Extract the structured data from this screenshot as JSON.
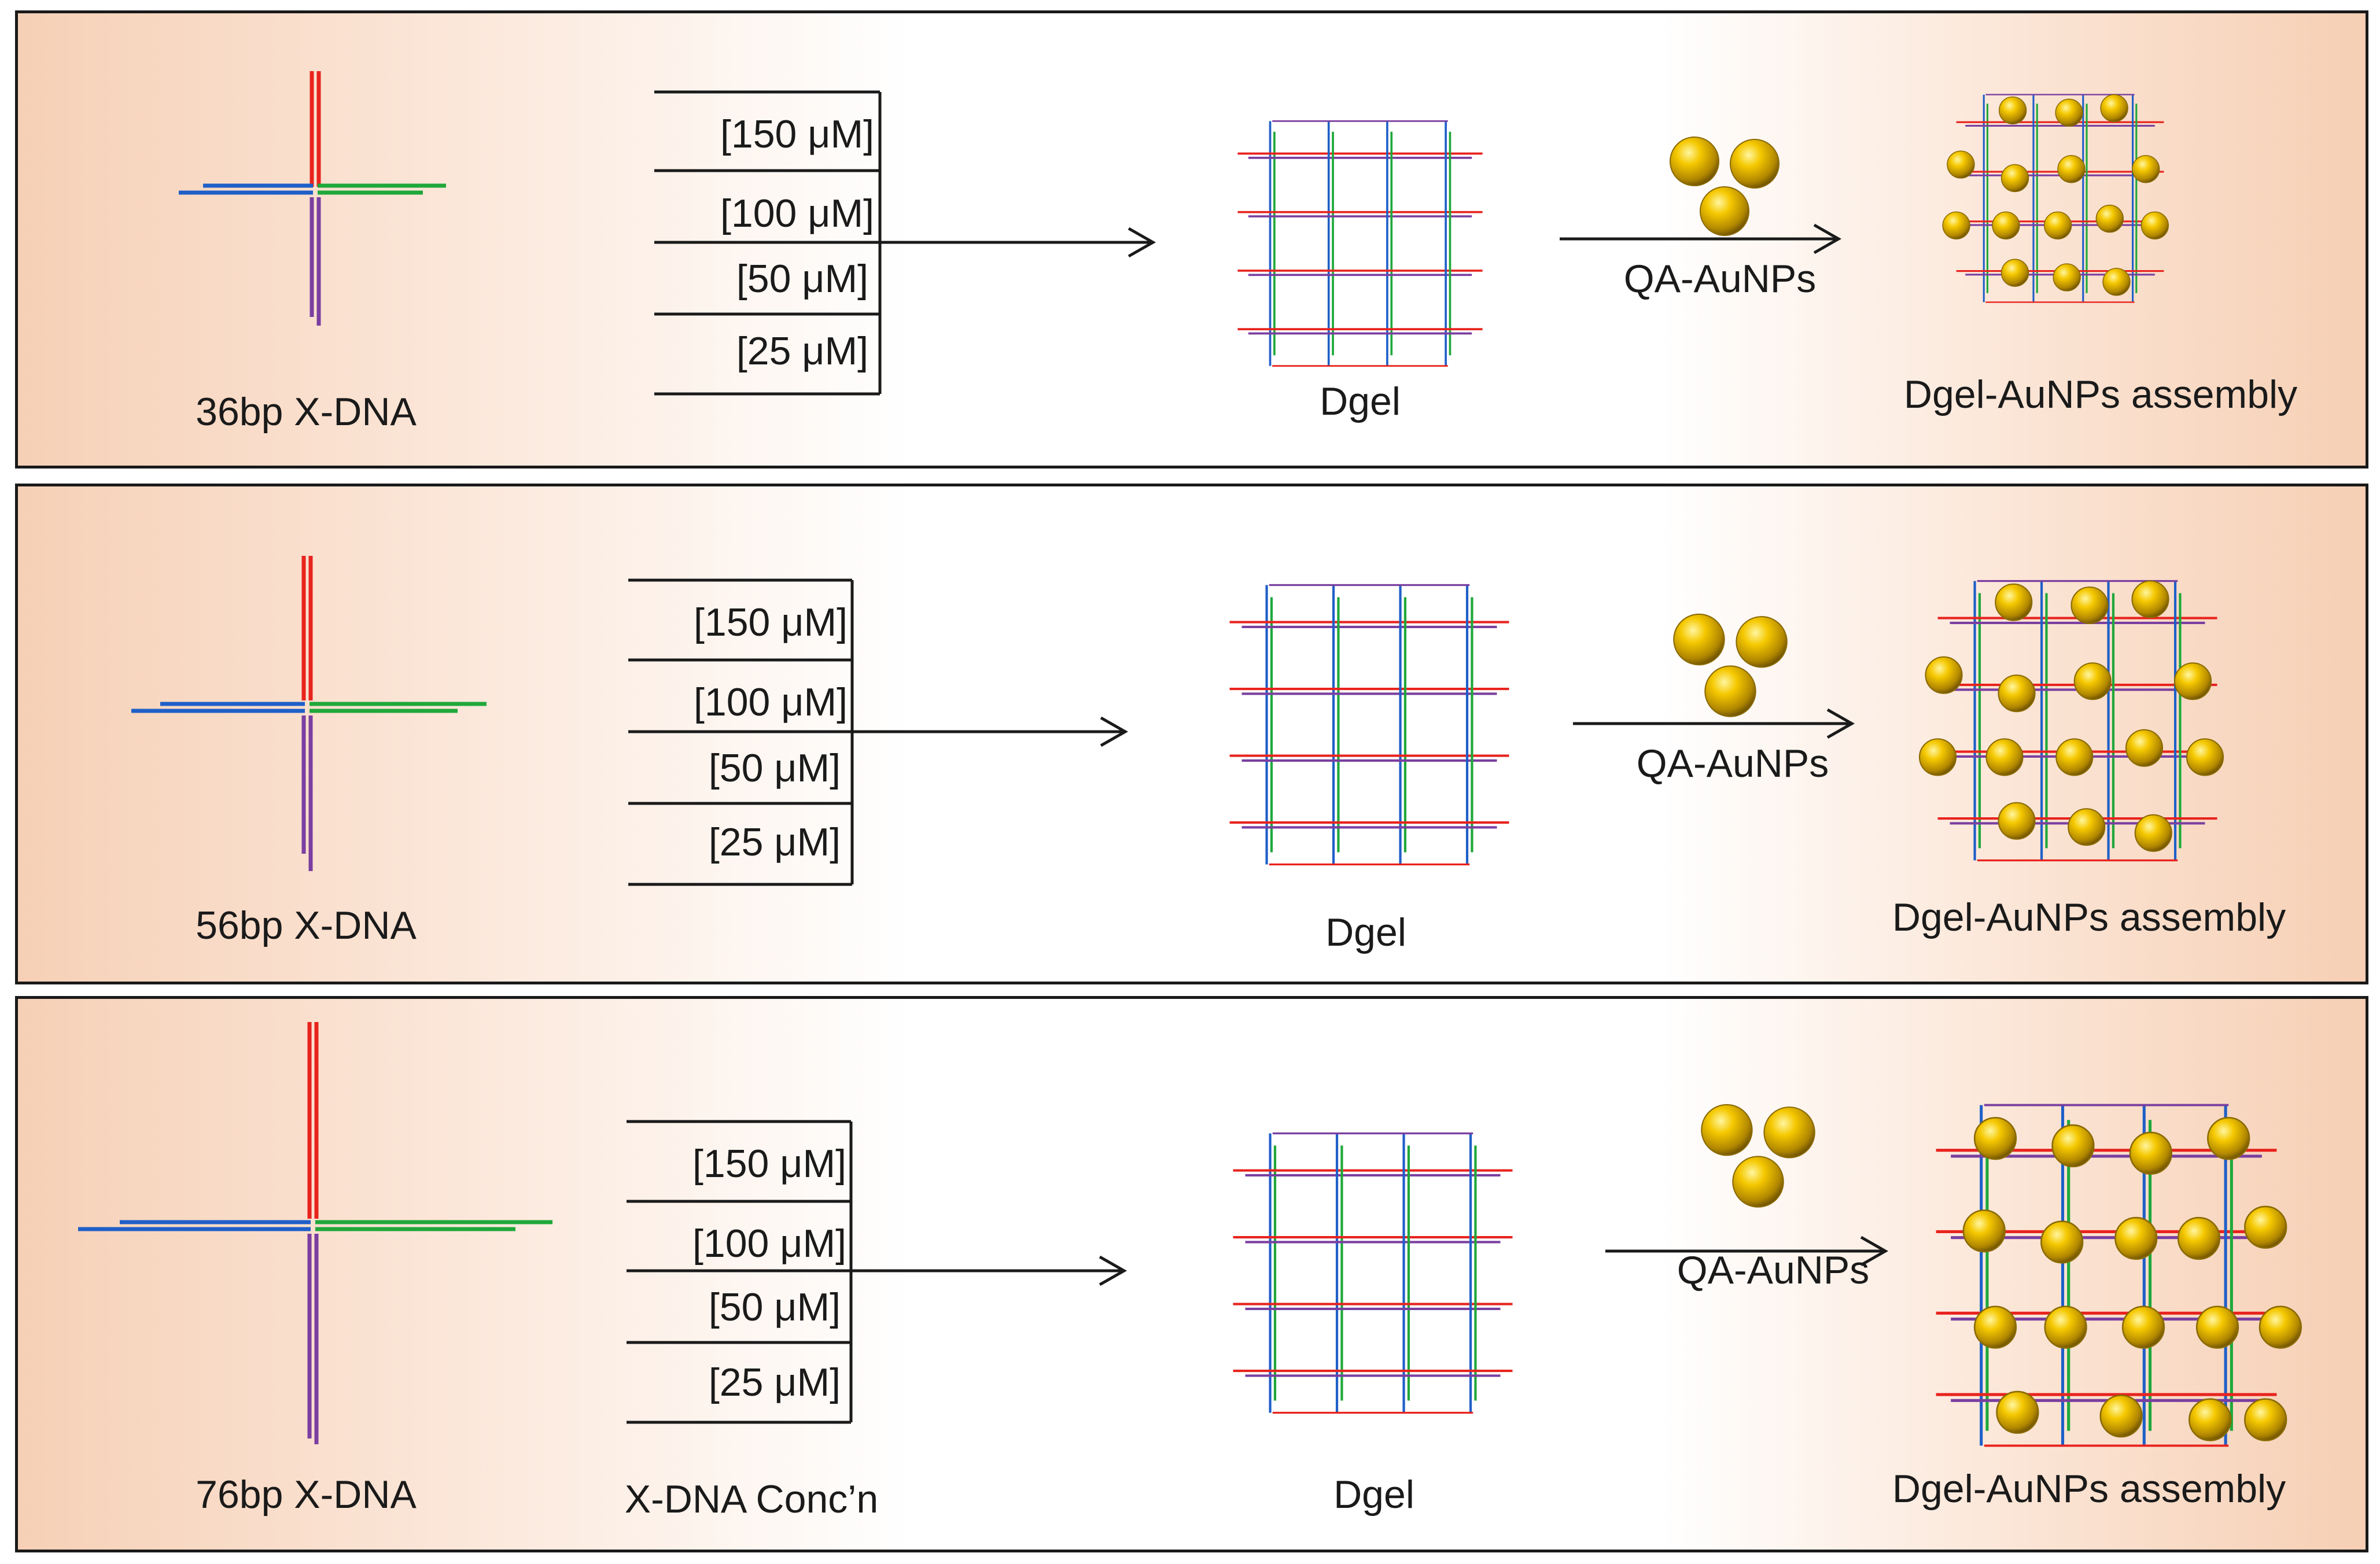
{
  "panels": [
    {
      "xdna_label": "36bp X-DNA",
      "concentrations": [
        "[150 μM]",
        "[100 μM]",
        "[50 μM]",
        "[25 μM]"
      ],
      "dgel_label": "Dgel",
      "arrow_label": "QA-AuNPs",
      "assembly_label": "Dgel-AuNPs assembly"
    },
    {
      "xdna_label": "56bp X-DNA",
      "concentrations": [
        "[150 μM]",
        "[100 μM]",
        "[50 μM]",
        "[25 μM]"
      ],
      "dgel_label": "Dgel",
      "arrow_label": "QA-AuNPs",
      "assembly_label": "Dgel-AuNPs assembly"
    },
    {
      "xdna_label": "76bp X-DNA",
      "concentrations": [
        "[150 μM]",
        "[100 μM]",
        "[50 μM]",
        "[25 μM]"
      ],
      "concentration_caption": "X-DNA Conc’n",
      "dgel_label": "Dgel",
      "arrow_label": "QA-AuNPs",
      "assembly_label": "Dgel-AuNPs assembly"
    }
  ],
  "colors": {
    "strand_top": "#e8231e",
    "strand_left": "#1f5fc8",
    "strand_right": "#1fa83a",
    "strand_bottom": "#7a3fa0",
    "gold": "#e0b000",
    "outline": "#1a1a1a"
  },
  "icons": [
    "x-dna-icon",
    "concentration-bracket-icon",
    "arrow-icon",
    "dgel-network-icon",
    "gold-nanoparticles-icon",
    "dgel-aunps-assembly-icon"
  ]
}
